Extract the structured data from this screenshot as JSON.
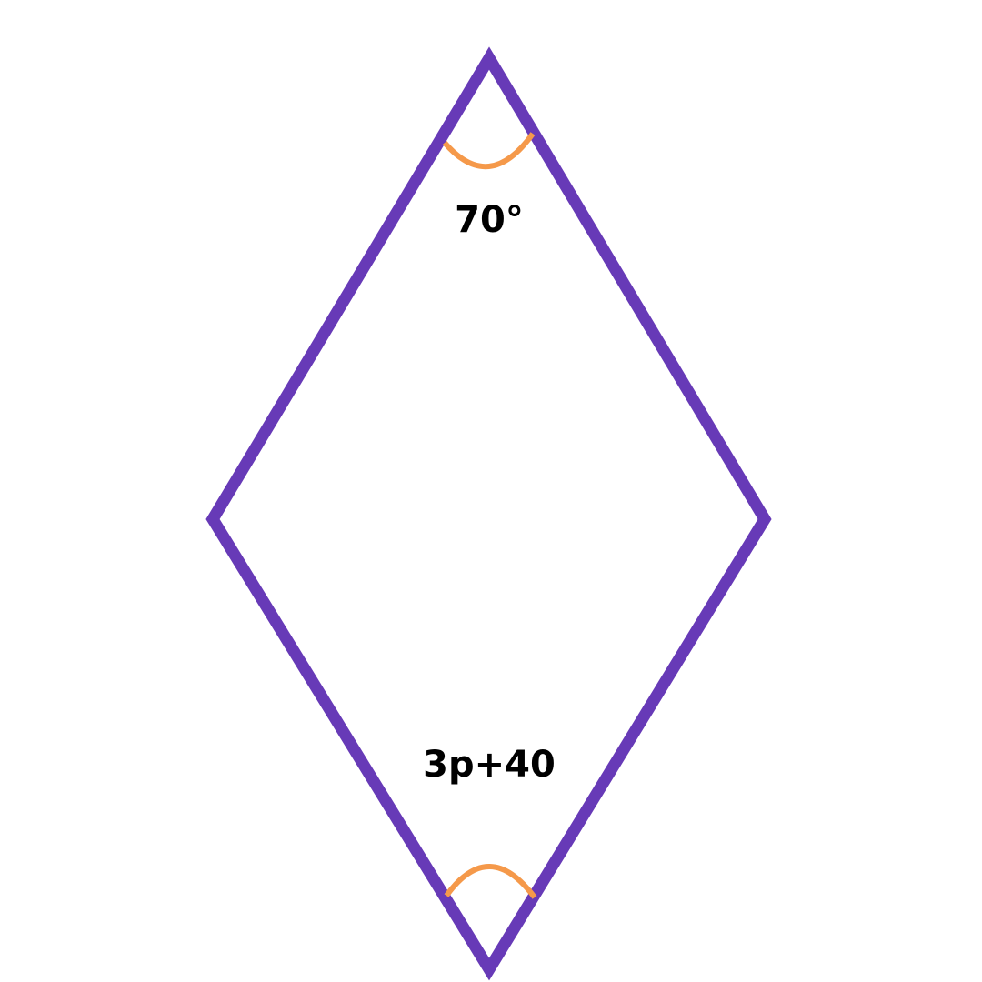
{
  "figure": {
    "shape": "rhombus",
    "top_angle_label": "70°",
    "bottom_angle_label": "3p+40"
  },
  "colors": {
    "outline": "#673ab7",
    "angle_arc": "#f5994a",
    "text": "#000000",
    "background": "#ffffff"
  }
}
